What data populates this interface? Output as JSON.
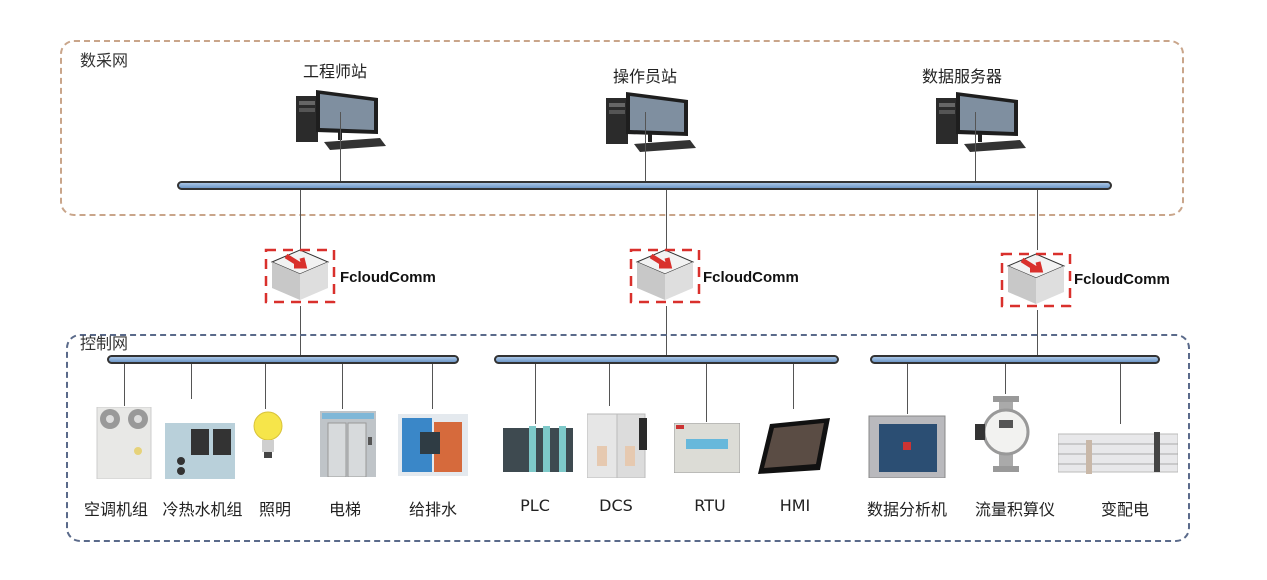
{
  "upper_zone": {
    "label": "数采网",
    "border_color": "#c9a58a",
    "stations": [
      {
        "label": "工程师站",
        "icon": "desktop-computer"
      },
      {
        "label": "操作员站",
        "icon": "desktop-computer"
      },
      {
        "label": "数据服务器",
        "icon": "desktop-computer"
      }
    ]
  },
  "gateways": [
    {
      "label": "FcloudComm",
      "icon": "gateway-switch"
    },
    {
      "label": "FcloudComm",
      "icon": "gateway-switch"
    },
    {
      "label": "FcloudComm",
      "icon": "gateway-switch"
    }
  ],
  "lower_zone": {
    "label": "控制网",
    "border_color": "#5a6a8a",
    "groups": [
      {
        "devices": [
          {
            "label": "空调机组",
            "icon": "ac-unit"
          },
          {
            "label": "冷热水机组",
            "icon": "chiller-unit"
          },
          {
            "label": "照明",
            "icon": "light-bulb"
          },
          {
            "label": "电梯",
            "icon": "elevator"
          },
          {
            "label": "给排水",
            "icon": "water-pump"
          }
        ]
      },
      {
        "devices": [
          {
            "label": "PLC",
            "icon": "plc"
          },
          {
            "label": "DCS",
            "icon": "dcs-cabinet"
          },
          {
            "label": "RTU",
            "icon": "rtu"
          },
          {
            "label": "HMI",
            "icon": "hmi-tablet"
          }
        ]
      },
      {
        "devices": [
          {
            "label": "数据分析机",
            "icon": "data-analyzer"
          },
          {
            "label": "流量积算仪",
            "icon": "flow-meter"
          },
          {
            "label": "变配电",
            "icon": "power-distribution"
          }
        ]
      }
    ]
  },
  "colors": {
    "bus_fill": "#8fb1da",
    "gateway_accent": "#d9302c"
  }
}
